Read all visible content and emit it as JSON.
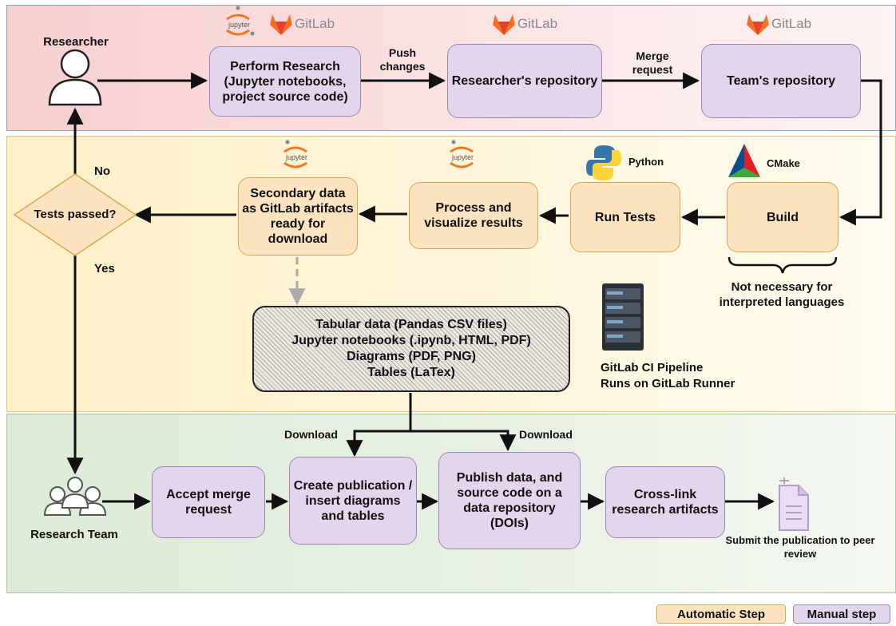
{
  "actors": {
    "researcher": "Researcher",
    "research_team": "Research Team"
  },
  "logos": {
    "gitlab": "GitLab",
    "jupyter": "jupyter",
    "python": "Python",
    "cmake": "CMake"
  },
  "nodes": {
    "perform_research": "Perform Research (Jupyter notebooks, project source code)",
    "researcher_repo": "Researcher's repository",
    "team_repo": "Team's repository",
    "build": "Build",
    "run_tests": "Run Tests",
    "process_visualize": "Process and visualize results",
    "secondary_data": "Secondary data as GitLab artifacts ready for download",
    "tests_passed": "Tests passed?",
    "accept_merge": "Accept merge request",
    "create_publication": "Create publication / insert diagrams and tables",
    "publish_data": "Publish  data, and source code on a data repository (DOIs)",
    "cross_link": "Cross-link research artifacts"
  },
  "edges": {
    "push_changes": "Push changes",
    "merge_request": "Merge request",
    "no": "No",
    "yes": "Yes",
    "download_1": "Download",
    "download_2": "Download"
  },
  "artifacts": [
    "Tabular data (Pandas CSV files)",
    "Jupyter notebooks (.ipynb, HTML, PDF)",
    "Diagrams (PDF, PNG)",
    "Tables (LaTex)"
  ],
  "notes": {
    "build_note": "Not necessary for interpreted languages",
    "pipeline_line1": "GitLab CI Pipeline",
    "pipeline_line2": "Runs on GitLab Runner",
    "submit": "Submit the publication to peer review"
  },
  "legend": {
    "automatic": "Automatic Step",
    "manual": "Manual step"
  },
  "colors": {
    "manual_fill": "#e2d5ec",
    "automatic_fill": "#fde3bf",
    "gitlab_orange": "#e24329"
  }
}
